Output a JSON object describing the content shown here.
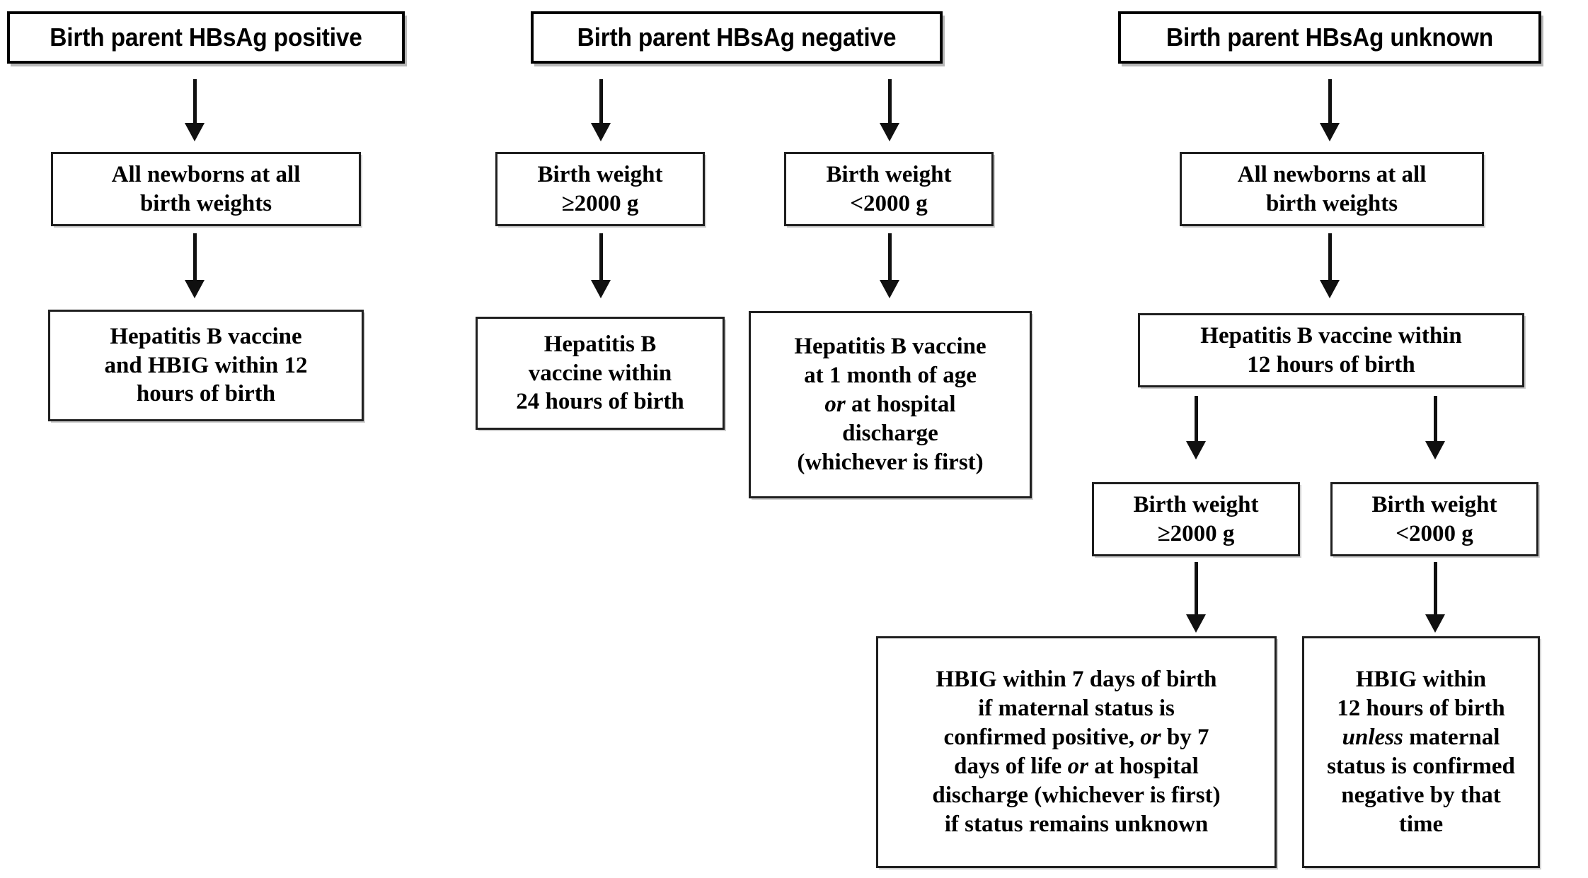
{
  "diagram": {
    "title": "Hepatitis B birth dose management by birth parent HBsAg status",
    "type": "flowchart",
    "colors": {
      "background": "#ffffff",
      "box_border": "#1a1a1a",
      "text": "#000000",
      "arrow": "#101010",
      "shadow": "#c0c0c0"
    }
  },
  "columns": [
    {
      "id": "positive",
      "header": "Birth parent HBsAg positive"
    },
    {
      "id": "negative",
      "header": "Birth parent HBsAg negative"
    },
    {
      "id": "unknown",
      "header": "Birth parent HBsAg unknown"
    }
  ],
  "nodes": {
    "pos_header": "Birth parent HBsAg positive",
    "pos_all_newborns_l1": "All newborns at all",
    "pos_all_newborns_l2": "birth weights",
    "pos_action_l1": "Hepatitis B vaccine",
    "pos_action_l2": "and HBIG within 12",
    "pos_action_l3": "hours of birth",
    "neg_header": "Birth parent HBsAg negative",
    "neg_bw_ge_l1": "Birth weight",
    "neg_bw_ge_l2": "≥2000 g",
    "neg_bw_lt_l1": "Birth weight",
    "neg_bw_lt_l2": "<2000 g",
    "neg_action_ge_l1": "Hepatitis B",
    "neg_action_ge_l2": "vaccine within",
    "neg_action_ge_l3": "24 hours of birth",
    "neg_action_lt_l1": "Hepatitis B vaccine",
    "neg_action_lt_l2": "at 1 month of age",
    "neg_action_lt_l3_it": "or",
    "neg_action_lt_l3_rest": " at hospital",
    "neg_action_lt_l4": "discharge",
    "neg_action_lt_l5": "(whichever is first)",
    "unk_header": "Birth parent HBsAg unknown",
    "unk_all_newborns_l1": "All newborns at all",
    "unk_all_newborns_l2": "birth weights",
    "unk_vaccine_l1": "Hepatitis B vaccine within",
    "unk_vaccine_l2": "12 hours of birth",
    "unk_bw_ge_l1": "Birth weight",
    "unk_bw_ge_l2": "≥2000 g",
    "unk_bw_lt_l1": "Birth weight",
    "unk_bw_lt_l2": "<2000 g",
    "unk_hbig_ge_l1": "HBIG within 7 days of birth",
    "unk_hbig_ge_l2": "if maternal status is",
    "unk_hbig_ge_l3a": "confirmed positive, ",
    "unk_hbig_ge_l3_it": "or",
    "unk_hbig_ge_l3b": " by 7",
    "unk_hbig_ge_l4a": "days of life ",
    "unk_hbig_ge_l4_it": "or",
    "unk_hbig_ge_l4b": " at hospital",
    "unk_hbig_ge_l5": "discharge (whichever is first)",
    "unk_hbig_ge_l6": "if status remains unknown",
    "unk_hbig_lt_l1": "HBIG within",
    "unk_hbig_lt_l2": "12 hours of birth",
    "unk_hbig_lt_l3_it": "unless",
    "unk_hbig_lt_l3_rest": " maternal",
    "unk_hbig_lt_l4": "status is confirmed",
    "unk_hbig_lt_l5": "negative by that",
    "unk_hbig_lt_l6": "time"
  }
}
